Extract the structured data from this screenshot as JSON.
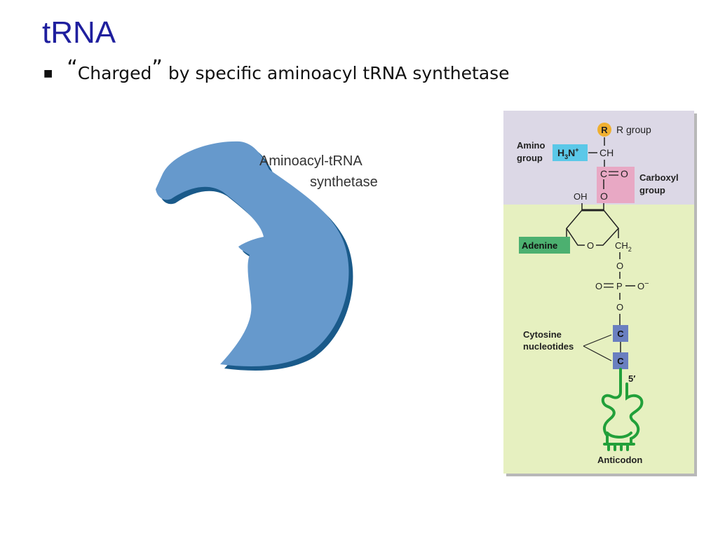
{
  "slide": {
    "title": "tRNA",
    "bullet": {
      "open_quote": "“",
      "quoted_word": "Charged",
      "close_quote": "”",
      "rest": " by specific aminoacyl tRNA synthetase"
    }
  },
  "enzyme": {
    "label_line1": "Aminoacyl-tRNA",
    "label_line2": "synthetase",
    "fill_color": "#6699cc",
    "edge_color": "#1a5a8a"
  },
  "trna_diagram": {
    "r_badge": "R",
    "r_group": "R group",
    "amino_line1": "Amino",
    "amino_line2": "group",
    "h3n_base": "H",
    "h3n_sub": "3",
    "h3n_n": "N",
    "h3n_sup": "+",
    "ch": "CH",
    "c": "C",
    "o_double": "O",
    "o_ester": "O",
    "carboxyl_line1": "Carboxyl",
    "carboxyl_line2": "group",
    "oh": "OH",
    "adenine": "Adenine",
    "ring_o": "O",
    "ch2_base": "CH",
    "ch2_sub": "2",
    "o1": "O",
    "p": "P",
    "o_left": "O",
    "o_right": "O",
    "o_minus": "−",
    "o2": "O",
    "cytosine_line1": "Cytosine",
    "cytosine_line2": "nucleotides",
    "c_box1": "C",
    "c_box2": "C",
    "five_prime": "5′",
    "anticodon": "Anticodon",
    "colors": {
      "top_panel": "#dcd8e6",
      "bottom_panel": "#e6f0c0",
      "r_badge": "#f0b030",
      "amino_box": "#5bc8e8",
      "carboxyl_box": "#e8a8c4",
      "adenine_box": "#4cb070",
      "c_box": "#6a7fc0",
      "trna_strand": "#22a03a"
    }
  }
}
